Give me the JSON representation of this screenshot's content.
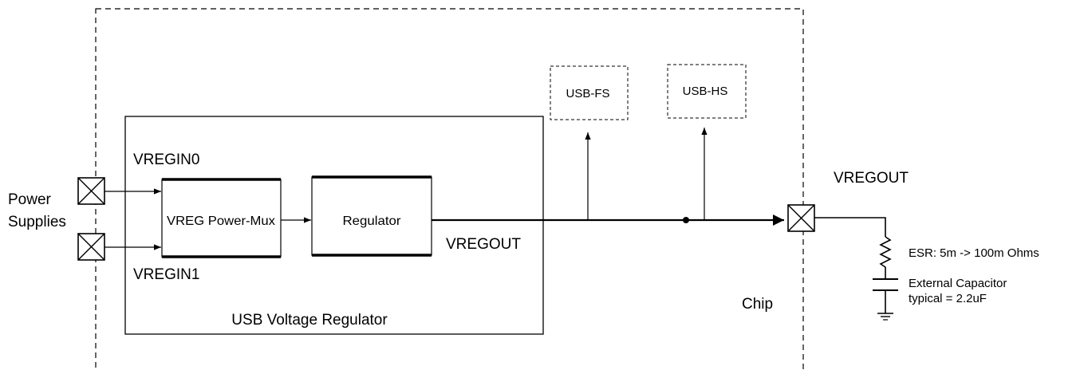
{
  "labels": {
    "power_supplies_line1": "Power",
    "power_supplies_line2": "Supplies",
    "vregin0": "VREGIN0",
    "vregin1": "VREGIN1",
    "power_mux": "VREG Power-Mux",
    "regulator": "Regulator",
    "vregout_inner": "VREGOUT",
    "usb_regulator": "USB Voltage Regulator",
    "usb_fs": "USB-FS",
    "usb_hs": "USB-HS",
    "chip": "Chip",
    "vregout_pin": "VREGOUT",
    "esr": "ESR: 5m -> 100m Ohms",
    "cap_line1": "External Capacitor",
    "cap_line2": "typical = 2.2uF"
  }
}
